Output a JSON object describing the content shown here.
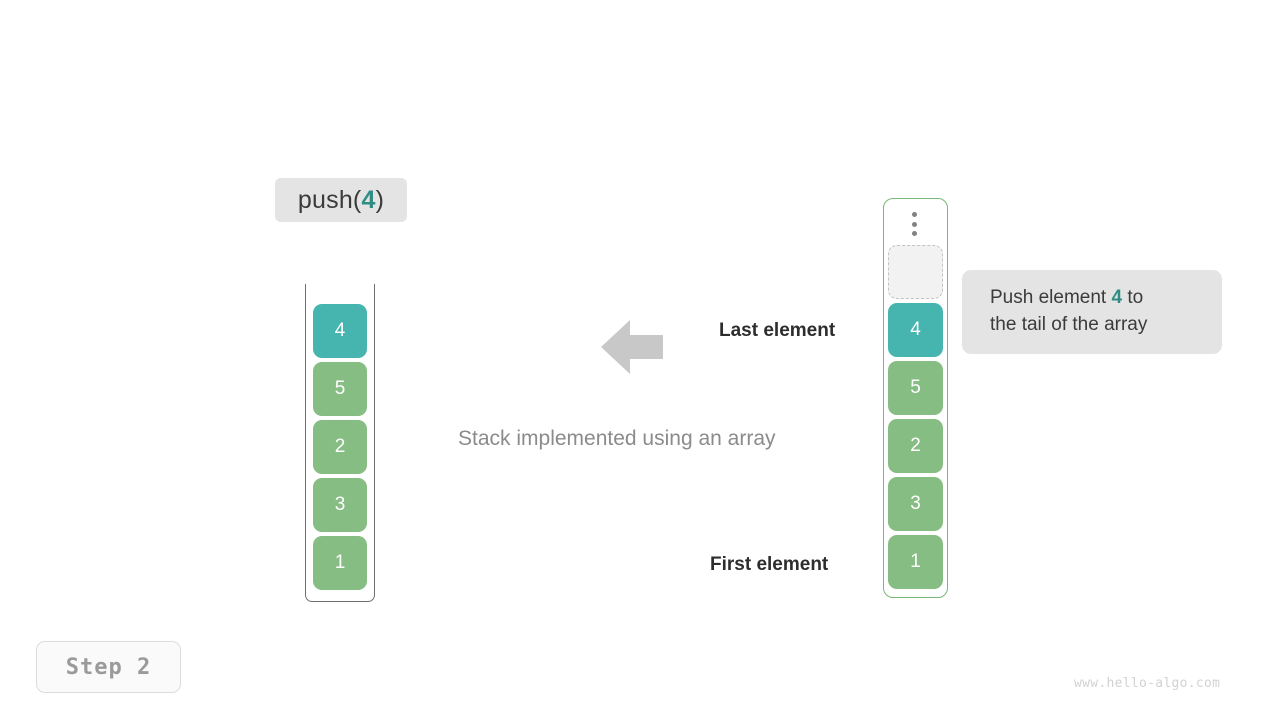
{
  "operation": {
    "prefix": "push(",
    "argument": "4",
    "suffix": ")"
  },
  "stack": {
    "title": "Stack implemented using an array",
    "cells": [
      {
        "value": "4",
        "style": "teal"
      },
      {
        "value": "5",
        "style": "green"
      },
      {
        "value": "2",
        "style": "green"
      },
      {
        "value": "3",
        "style": "green"
      },
      {
        "value": "1",
        "style": "green"
      }
    ]
  },
  "array": {
    "ellipsis_icon": "vertical-ellipsis",
    "cells": [
      {
        "value": "",
        "style": "empty"
      },
      {
        "value": "4",
        "style": "teal"
      },
      {
        "value": "5",
        "style": "green"
      },
      {
        "value": "2",
        "style": "green"
      },
      {
        "value": "3",
        "style": "green"
      },
      {
        "value": "1",
        "style": "green"
      }
    ]
  },
  "labels": {
    "last_element": "Last element",
    "first_element": "First element"
  },
  "arrow": {
    "icon": "arrow-left-icon",
    "direction": "left",
    "color": "#c8c8c8"
  },
  "callout": {
    "line1_before": "Push element ",
    "line1_accent": "4",
    "line1_after": " to",
    "line2": "the tail of the array"
  },
  "step": {
    "label": "Step 2"
  },
  "watermark": {
    "text": "www.hello-algo.com"
  },
  "colors": {
    "teal_fill": "#46b4af",
    "green_fill": "#86bd83",
    "accent_text": "#2f8d84",
    "array_border": "#7cb77a",
    "stack_border": "#6f6f6f",
    "chip_bg": "#e4e4e4",
    "empty_fill": "#f2f2f2"
  }
}
